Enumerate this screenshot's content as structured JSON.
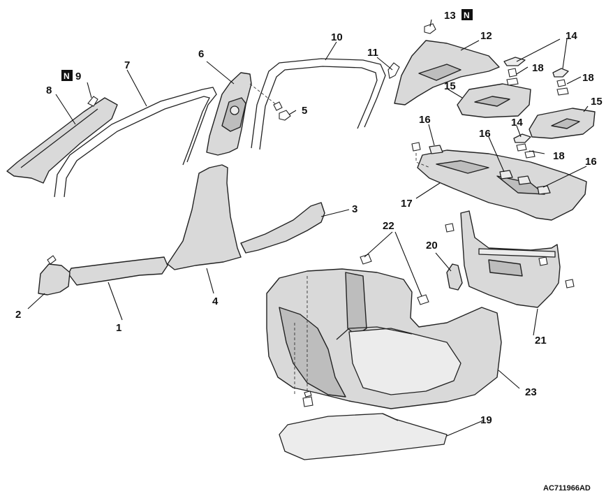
{
  "figure": {
    "code": "AC711966AD",
    "new_part_mark": "N",
    "callouts": {
      "c1": "1",
      "c2": "2",
      "c3": "3",
      "c4": "4",
      "c5": "5",
      "c6": "6",
      "c7": "7",
      "c8": "8",
      "c9": "9",
      "c10": "10",
      "c11": "11",
      "c12": "12",
      "c13": "13",
      "c14a": "14",
      "c14b": "14",
      "c15a": "15",
      "c15b": "15",
      "c16a": "16",
      "c16b": "16",
      "c16c": "16",
      "c17": "17",
      "c18a": "18",
      "c18b": "18",
      "c18c": "18",
      "c19": "19",
      "c20": "20",
      "c21": "21",
      "c22": "22",
      "c23": "23"
    }
  }
}
